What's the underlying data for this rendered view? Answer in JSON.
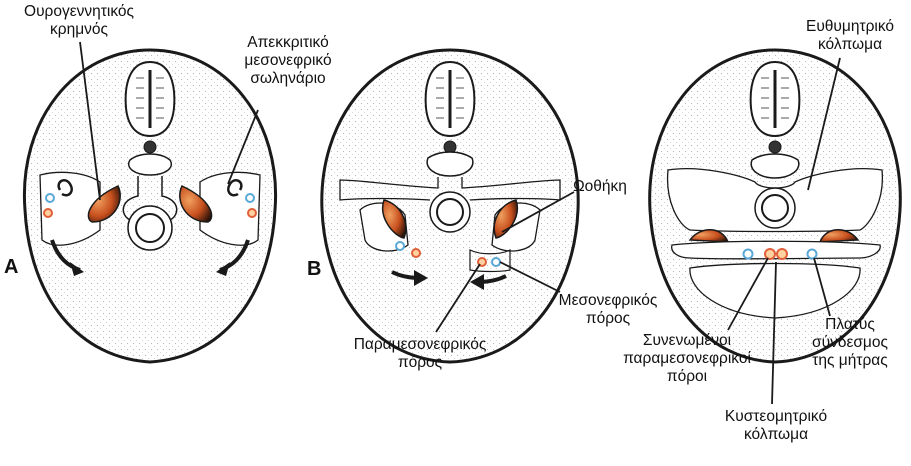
{
  "panels": [
    {
      "letter": "A"
    },
    {
      "letter": "B"
    },
    {
      "letter": ""
    }
  ],
  "labels": {
    "urogenital_ridge": [
      "Ουρογεννητικός",
      "κρημνός"
    ],
    "excretory_tubule": [
      "Απεκκριτικό",
      "μεσονεφρικό",
      "σωληνάριο"
    ],
    "ovary": [
      "Ωοθήκη"
    ],
    "mesonephric_duct": [
      "Μεσονεφρικός",
      "πόρος"
    ],
    "paramesonephric_duct": [
      "Παραμεσονεφρικός",
      "πόρος"
    ],
    "rectouterine_pouch": [
      "Ευθυμητρικό",
      "κόλπωμα"
    ],
    "fused_paramesonephric": [
      "Συνενωμένοι",
      "παραμεσονεφρικοί",
      "πόροι"
    ],
    "broad_ligament": [
      "Πλατύς",
      "σύνδεσμος",
      "της μήτρας"
    ],
    "vesicouterine_pouch": [
      "Κυστεομητρικό",
      "κόλπωμα"
    ]
  },
  "colors": {
    "outline": "#1a1a1a",
    "ovary": "#c8501e",
    "ovary_dark": "#3a1a0a",
    "mesonephric": "#5aa8d8",
    "paramesonephric": "#e0603a",
    "stipple": "#b8b8b8"
  }
}
